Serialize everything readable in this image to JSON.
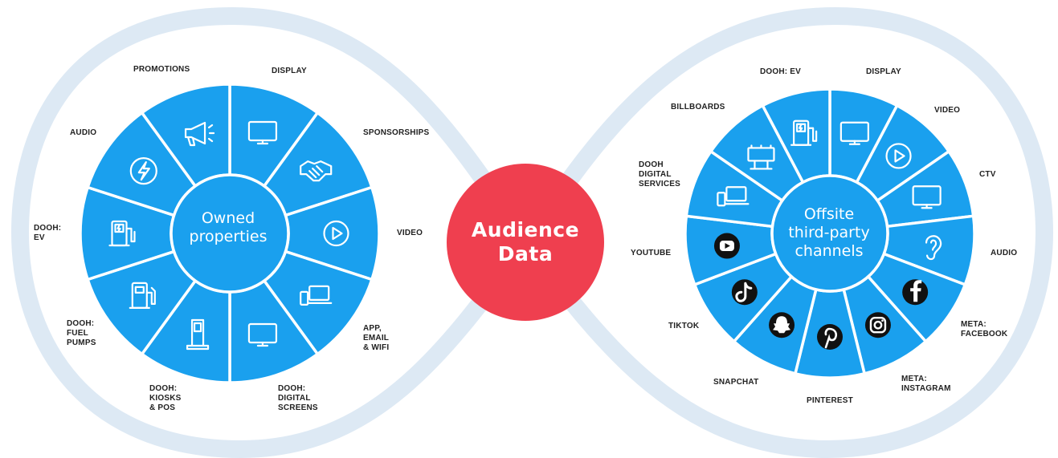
{
  "colors": {
    "wheel": "#1aa0ee",
    "divider": "#ffffff",
    "hub": "#ef3f4f",
    "loop": "#dde9f4",
    "icon_stroke": "#ffffff",
    "social_badge": "#111111"
  },
  "hub": {
    "label": "Audience\nData"
  },
  "left_wheel": {
    "center_label": "Owned\nproperties",
    "segments": [
      {
        "label": "DISPLAY",
        "icon": "monitor-icon"
      },
      {
        "label": "SPONSORSHIPS",
        "icon": "handshake-icon"
      },
      {
        "label": "VIDEO",
        "icon": "play-icon"
      },
      {
        "label": "APP,\nEMAIL\n& WIFI",
        "icon": "devices-icon"
      },
      {
        "label": "DOOH:\nDIGITAL\nSCREENS",
        "icon": "monitor-icon"
      },
      {
        "label": "DOOH:\nKIOSKS\n& POS",
        "icon": "kiosk-icon"
      },
      {
        "label": "DOOH:\nFUEL\nPUMPS",
        "icon": "fuel-pump-icon"
      },
      {
        "label": "DOOH:\nEV",
        "icon": "ev-charger-icon"
      },
      {
        "label": "AUDIO",
        "icon": "lightning-icon"
      },
      {
        "label": "PROMOTIONS",
        "icon": "megaphone-icon"
      }
    ]
  },
  "right_wheel": {
    "center_label": "Offsite\nthird-party\nchannels",
    "segments": [
      {
        "label": "DISPLAY",
        "icon": "monitor-icon"
      },
      {
        "label": "VIDEO",
        "icon": "play-icon"
      },
      {
        "label": "CTV",
        "icon": "monitor-icon"
      },
      {
        "label": "AUDIO",
        "icon": "ear-icon"
      },
      {
        "label": "META:\nFACEBOOK",
        "icon": "facebook-icon"
      },
      {
        "label": "META:\nINSTAGRAM",
        "icon": "instagram-icon"
      },
      {
        "label": "PINTEREST",
        "icon": "pinterest-icon"
      },
      {
        "label": "SNAPCHAT",
        "icon": "snapchat-icon"
      },
      {
        "label": "TIKTOK",
        "icon": "tiktok-icon"
      },
      {
        "label": "YOUTUBE",
        "icon": "youtube-icon"
      },
      {
        "label": "DOOH\nDIGITAL\nSERVICES",
        "icon": "devices-icon"
      },
      {
        "label": "BILLBOARDS",
        "icon": "billboard-icon"
      },
      {
        "label": "DOOH: EV",
        "icon": "ev-charger-icon"
      }
    ]
  }
}
